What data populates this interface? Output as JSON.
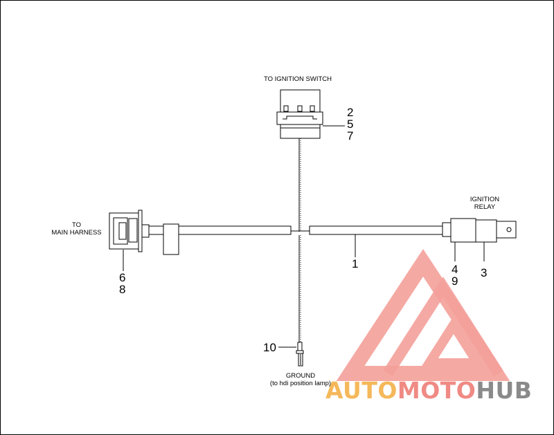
{
  "labels": {
    "ignition_switch": "TO IGNITION SWITCH",
    "main_harness_line1": "TO",
    "main_harness_line2": "MAIN HARNESS",
    "relay_line1": "IGNITION",
    "relay_line2": "RELAY",
    "ground_line1": "GROUND",
    "ground_line2": "(to hdi position lamp)"
  },
  "callouts": {
    "n2": "2",
    "n5": "5",
    "n7": "7",
    "n6": "6",
    "n8": "8",
    "n1": "1",
    "n4": "4",
    "n9": "9",
    "n3": "3",
    "n10": "10"
  },
  "watermark": {
    "part1": "AUTO",
    "part2": "MOTO",
    "part3": "HUB",
    "colors": {
      "orange": "#f5b85a",
      "pink": "#f08a84",
      "gray": "#8a8a8a"
    }
  }
}
